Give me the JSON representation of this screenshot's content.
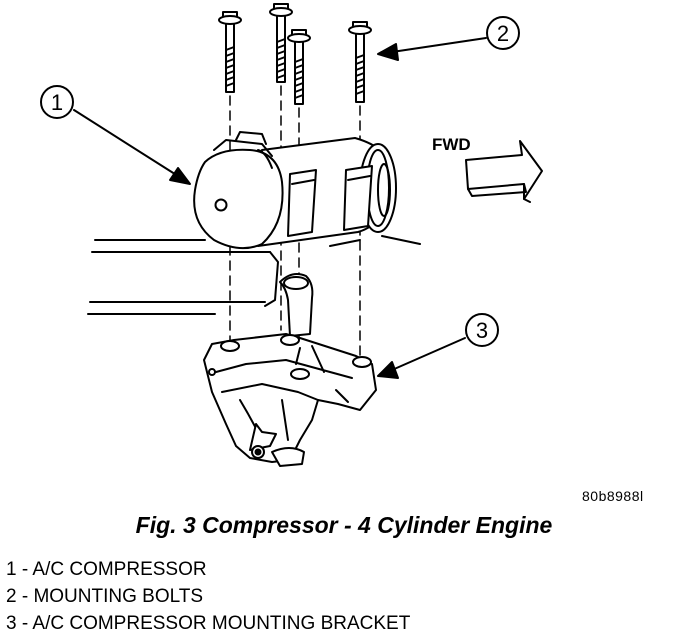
{
  "figure": {
    "caption": "Fig. 3 Compressor - 4 Cylinder Engine",
    "figure_id": "80b8988l",
    "direction_label": "FWD"
  },
  "callouts": [
    {
      "number": "1",
      "text": "A/C COMPRESSOR"
    },
    {
      "number": "2",
      "text": "MOUNTING BOLTS"
    },
    {
      "number": "3",
      "text": "A/C COMPRESSOR MOUNTING BRACKET"
    }
  ],
  "legend": [
    "1 - A/C COMPRESSOR",
    "2 - MOUNTING BOLTS",
    "3 - A/C COMPRESSOR MOUNTING BRACKET"
  ],
  "colors": {
    "ink": "#000000",
    "paper": "#ffffff"
  },
  "icons": [
    "fwd-arrow-icon"
  ]
}
